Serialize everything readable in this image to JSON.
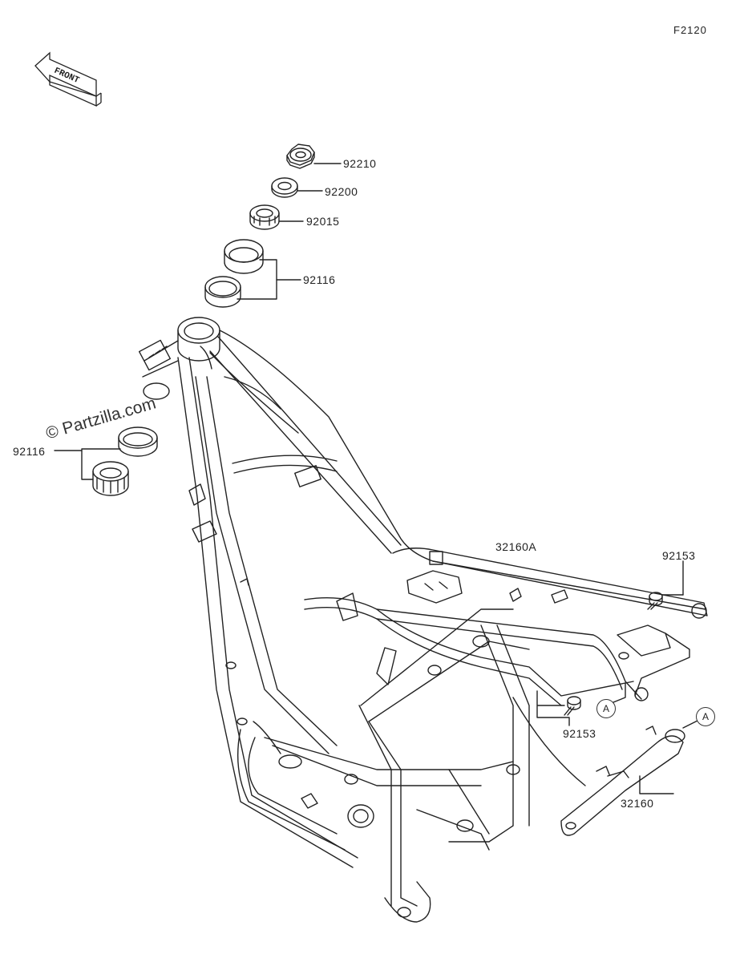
{
  "figure_code": "F2120",
  "front_label": "FRONT",
  "watermark": "© Partzilla.com",
  "parts": {
    "nut_top": "92210",
    "washer": "92200",
    "lock_nut": "92015",
    "bearing_upper": "92116",
    "bearing_lower": "92116",
    "frame_subframe_a": "32160A",
    "bolt_upper": "92153",
    "bolt_lower": "92153",
    "subframe": "32160"
  },
  "callouts": {
    "a1": "A",
    "a2": "A"
  }
}
